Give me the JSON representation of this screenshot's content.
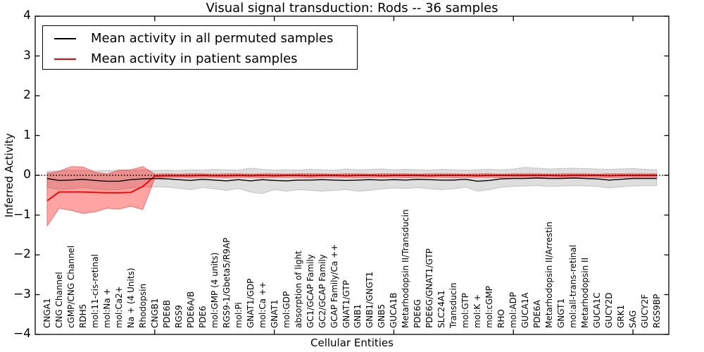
{
  "chart_data": {
    "type": "line",
    "title": "Visual signal transduction: Rods -- 36 samples",
    "xlabel": "Cellular Entities",
    "ylabel": "Inferred Activity",
    "ylim": [
      -4,
      4
    ],
    "yticks": [
      4,
      3,
      2,
      1,
      0,
      -1,
      -2,
      -3,
      -4
    ],
    "xtick_step": 10,
    "grid": false,
    "legend_position": "upper left",
    "zero_line": {
      "style": "dotted",
      "color": "#000000",
      "value": 0
    },
    "colors": {
      "permuted_line": "#000000",
      "patient_line": "#ff0000",
      "permuted_band": "rgba(0,0,0,0.13)",
      "patient_band": "rgba(255,0,0,0.36)",
      "permuted_band_edge": "rgba(120,120,120,0.35)",
      "patient_band_edge": "rgba(225,60,60,0.6)"
    },
    "categories": [
      "CNGA1",
      "CNG Channel",
      "cGMP/CNG Channel",
      "RDH5",
      "mol:11-cis-retinal",
      "mol:Na +",
      "mol:Ca2+",
      "Na + (4 Units)",
      "Rhodopsin",
      "CNGB1",
      "PDE6B",
      "RGS9",
      "PDE6A/B",
      "PDE6",
      "mol:GMP (4 units)",
      "RGS9-1/Gbeta5/R9AP",
      "mol:Pi",
      "GNAT1/GDP",
      "mol:Ca ++",
      "GNAT1",
      "mol:GDP",
      "absorption of light",
      "GC1/GCAP Family",
      "GC2/GCAP Family",
      "GCAP Family/Ca ++",
      "GNAT1/GTP",
      "GNB1",
      "GNB1/GNGT1",
      "GNB5",
      "GUCA1B",
      "Metarhodopsin II/Transducin",
      "PDE6G",
      "PDE6G/GNAT1/GTP",
      "SLC24A1",
      "Transducin",
      "mol:GTP",
      "mol:K +",
      "mol:cGMP",
      "RHO",
      "mol:ADP",
      "GUCA1A",
      "PDE6A",
      "Metarhodopsin II/Arrestin",
      "GNGT1",
      "mol:all-trans-retinal",
      "Metarhodopsin II",
      "GUCA1C",
      "GUCY2D",
      "GRK1",
      "SAG",
      "GUCY2F",
      "RGS9BP"
    ],
    "series": [
      {
        "name": "Mean activity in all permuted samples",
        "values": [
          -0.08,
          -0.13,
          -0.12,
          -0.1,
          -0.13,
          -0.15,
          -0.15,
          -0.11,
          -0.09,
          -0.08,
          -0.09,
          -0.11,
          -0.13,
          -0.1,
          -0.12,
          -0.14,
          -0.11,
          -0.14,
          -0.11,
          -0.13,
          -0.14,
          -0.12,
          -0.12,
          -0.11,
          -0.12,
          -0.13,
          -0.12,
          -0.11,
          -0.12,
          -0.11,
          -0.12,
          -0.1,
          -0.11,
          -0.12,
          -0.12,
          -0.1,
          -0.15,
          -0.13,
          -0.09,
          -0.08,
          -0.08,
          -0.07,
          -0.08,
          -0.08,
          -0.07,
          -0.08,
          -0.09,
          -0.12,
          -0.1,
          -0.08,
          -0.08,
          -0.08
        ],
        "band_upper": [
          0.1,
          0.12,
          0.13,
          0.12,
          0.11,
          0.12,
          0.13,
          0.12,
          0.14,
          0.12,
          0.13,
          0.12,
          0.14,
          0.13,
          0.15,
          0.14,
          0.13,
          0.18,
          0.15,
          0.13,
          0.14,
          0.13,
          0.15,
          0.14,
          0.13,
          0.16,
          0.14,
          0.15,
          0.16,
          0.14,
          0.15,
          0.14,
          0.13,
          0.15,
          0.14,
          0.13,
          0.14,
          0.15,
          0.14,
          0.16,
          0.2,
          0.18,
          0.16,
          0.17,
          0.18,
          0.17,
          0.16,
          0.15,
          0.16,
          0.17,
          0.15,
          0.14
        ],
        "band_lower": [
          -0.3,
          -0.36,
          -0.34,
          -0.31,
          -0.35,
          -0.37,
          -0.36,
          -0.32,
          -0.3,
          -0.29,
          -0.3,
          -0.33,
          -0.36,
          -0.31,
          -0.34,
          -0.38,
          -0.33,
          -0.42,
          -0.46,
          -0.36,
          -0.4,
          -0.36,
          -0.38,
          -0.4,
          -0.38,
          -0.36,
          -0.4,
          -0.38,
          -0.34,
          -0.32,
          -0.33,
          -0.31,
          -0.34,
          -0.36,
          -0.34,
          -0.3,
          -0.4,
          -0.36,
          -0.3,
          -0.28,
          -0.27,
          -0.26,
          -0.28,
          -0.27,
          -0.26,
          -0.27,
          -0.28,
          -0.32,
          -0.29,
          -0.27,
          -0.26,
          -0.26
        ]
      },
      {
        "name": "Mean activity in patient samples",
        "values": [
          -0.64,
          -0.42,
          -0.42,
          -0.42,
          -0.43,
          -0.44,
          -0.44,
          -0.43,
          -0.28,
          -0.02,
          -0.01,
          -0.01,
          -0.01,
          0.0,
          -0.01,
          -0.01,
          0.0,
          -0.01,
          0.0,
          -0.01,
          0.0,
          0.0,
          -0.01,
          0.0,
          0.0,
          -0.01,
          0.0,
          0.0,
          -0.01,
          0.0,
          0.0,
          0.0,
          -0.01,
          0.0,
          0.0,
          0.0,
          -0.01,
          0.0,
          0.0,
          0.0,
          0.0,
          0.0,
          0.0,
          -0.01,
          0.0,
          0.0,
          0.0,
          -0.01,
          0.0,
          0.0,
          0.0,
          0.0
        ],
        "band_upper": [
          0.05,
          0.1,
          0.22,
          0.21,
          0.08,
          0.03,
          0.13,
          0.14,
          0.22,
          0.03,
          0.04,
          0.03,
          0.04,
          0.04,
          0.03,
          0.04,
          0.04,
          0.03,
          0.04,
          0.04,
          0.03,
          0.04,
          0.04,
          0.04,
          0.03,
          0.04,
          0.04,
          0.03,
          0.04,
          0.04,
          0.04,
          0.03,
          0.04,
          0.04,
          0.04,
          0.03,
          0.04,
          0.04,
          0.03,
          0.04,
          0.04,
          0.04,
          0.03,
          0.04,
          0.04,
          0.04,
          0.03,
          0.04,
          0.04,
          0.04,
          0.04,
          0.04
        ],
        "band_lower": [
          -1.27,
          -0.83,
          -0.88,
          -0.96,
          -0.92,
          -0.83,
          -0.85,
          -0.78,
          -0.86,
          -0.08,
          -0.05,
          -0.05,
          -0.06,
          -0.05,
          -0.05,
          -0.06,
          -0.05,
          -0.05,
          -0.06,
          -0.05,
          -0.05,
          -0.05,
          -0.06,
          -0.05,
          -0.05,
          -0.05,
          -0.06,
          -0.05,
          -0.05,
          -0.05,
          -0.06,
          -0.05,
          -0.05,
          -0.05,
          -0.06,
          -0.05,
          -0.05,
          -0.05,
          -0.06,
          -0.05,
          -0.05,
          -0.05,
          -0.05,
          -0.06,
          -0.05,
          -0.05,
          -0.05,
          -0.06,
          -0.05,
          -0.05,
          -0.05,
          -0.05
        ]
      }
    ]
  }
}
